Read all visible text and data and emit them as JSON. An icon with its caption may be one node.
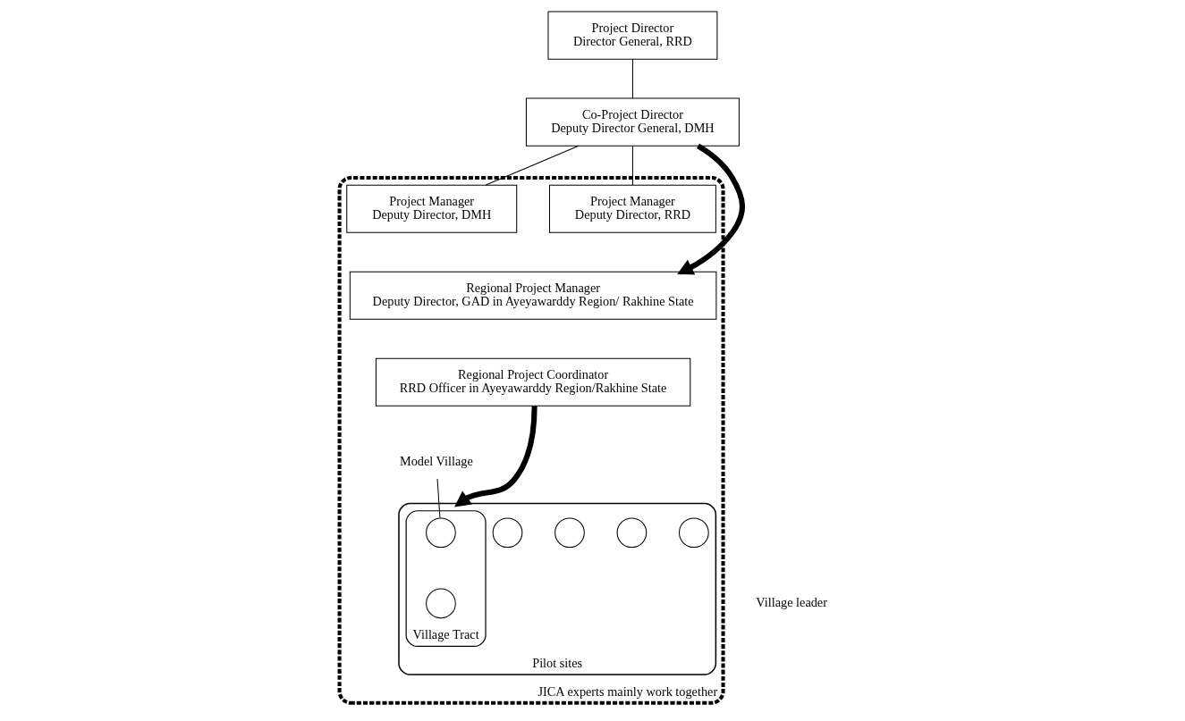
{
  "diagram": {
    "nodes": [
      {
        "text": [
          "Project Director",
          "Director General, RRD"
        ]
      },
      {
        "text": [
          "Co-Project Director",
          "Deputy Director General, DMH"
        ]
      },
      {
        "text": [
          "JICA experts mainly work together"
        ]
      },
      {
        "text": [
          "Project Manager",
          "Deputy Director, RRD"
        ],
        "in": 2
      },
      {
        "text": [
          "Project Manager",
          "Deputy Director, DMH"
        ],
        "in": 2
      },
      {
        "text": [
          "Regional Project Manager",
          "Deputy Director, GAD in Ayeyawarddy Region/ Rakhine State"
        ],
        "in": 2
      },
      {
        "text": [
          "Regional Project Coordinator",
          "RRD Officer in Ayeyawarddy Region/Rakhine State"
        ],
        "in": 2
      },
      {
        "text": [
          "Pilot sites"
        ],
        "in": 2
      },
      {
        "text": [
          "Village Tract"
        ],
        "in": 7
      },
      {
        "text": [],
        "shape": "circle",
        "in": 7
      },
      {
        "text": [],
        "shape": "circle",
        "in": 8
      },
      {
        "text": [],
        "shape": "circle",
        "in": 8
      },
      {
        "text": [],
        "shape": "circle",
        "in": 7
      },
      {
        "text": [],
        "shape": "circle",
        "in": 7
      },
      {
        "text": [],
        "shape": "circle",
        "in": 7
      },
      {
        "text": [
          "Model Village"
        ],
        "in": 2
      }
    ],
    "edges": [
      {
        "from": 0,
        "to": 1,
        "arrow": "none"
      },
      {
        "from": 1,
        "to": 3,
        "arrow": "none"
      },
      {
        "from": 1,
        "to": 4,
        "arrow": "none"
      },
      {
        "from": 1,
        "to": 5,
        "arrow": "to",
        "style": "thick"
      },
      {
        "from": 6,
        "to": 7,
        "arrow": "to",
        "style": "thick"
      },
      {
        "from": 15,
        "to": 10,
        "arrow": "none"
      }
    ],
    "legend": [
      {
        "text": "Village leader"
      }
    ]
  }
}
